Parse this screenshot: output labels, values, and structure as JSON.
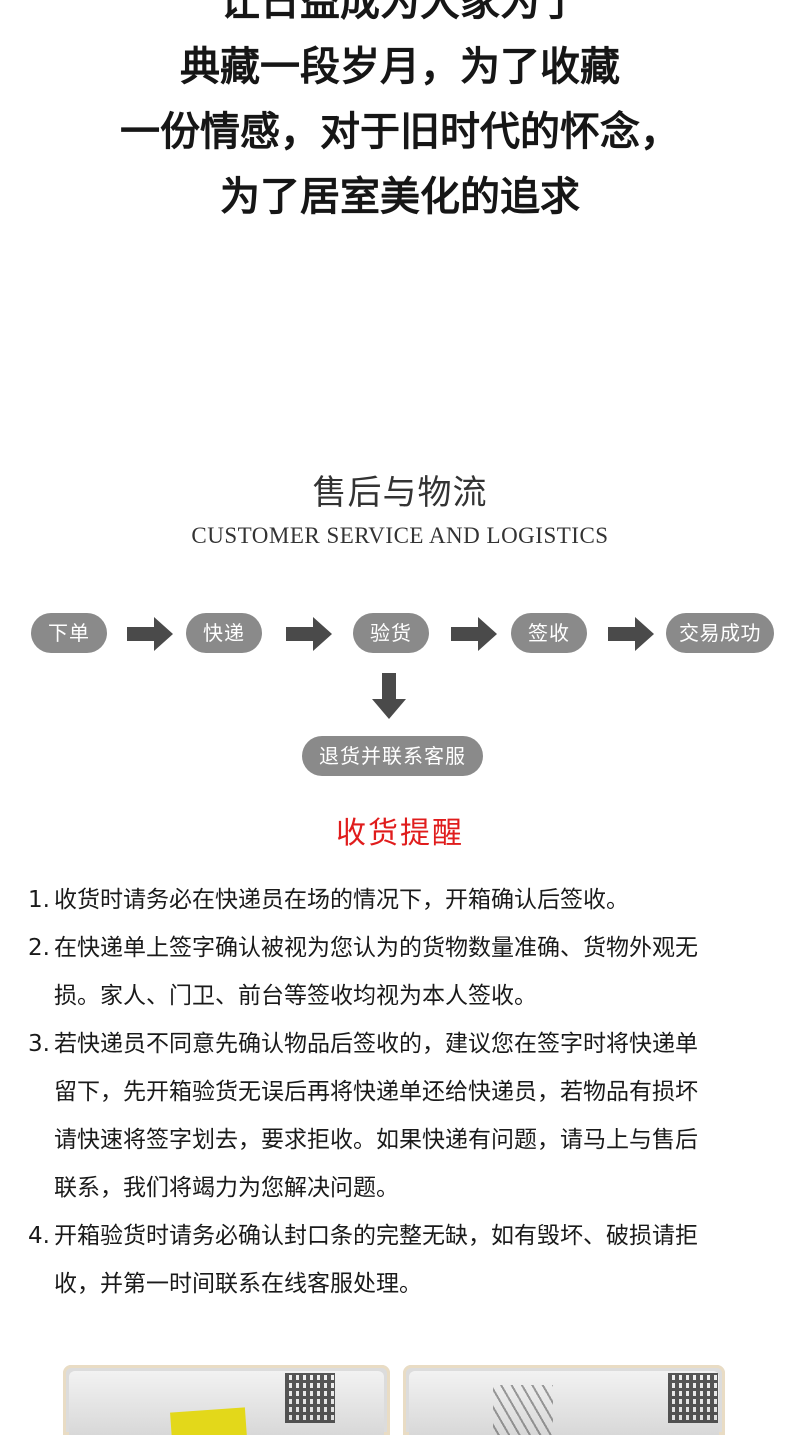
{
  "intro_lines": [
    "让日益成为大家为了",
    "典藏一段岁月，为了收藏",
    "一份情感，对于旧时代的怀念，",
    "为了居室美化的追求"
  ],
  "section": {
    "title": "售后与物流",
    "subtitle": "CUSTOMER SERVICE AND LOGISTICS"
  },
  "flow": {
    "steps": [
      "下单",
      "快递",
      "验货",
      "签收",
      "交易成功"
    ],
    "return_step": "退货并联系客服"
  },
  "reminder": {
    "title": "收货提醒",
    "items": [
      {
        "num": "1.",
        "lines": [
          "收货时请务必在快递员在场的情况下，开箱确认后签收。"
        ]
      },
      {
        "num": "2.",
        "lines": [
          "在快递单上签字确认被视为您认为的货物数量准确、货物外观无",
          "损。家人、门卫、前台等签收均视为本人签收。"
        ]
      },
      {
        "num": "3.",
        "lines": [
          "若快递员不同意先确认物品后签收的，建议您在签字时将快递单",
          "留下，先开箱验货无误后再将快递单还给快递员，若物品有损坏",
          "请快速将签字划去，要求拒收。如果快递有问题，请马上与售后",
          "联系，我们将竭力为您解决问题。"
        ]
      },
      {
        "num": "4.",
        "lines": [
          "开箱验货时请务必确认封口条的完整无缺，如有毁坏、破损请拒",
          "收，并第一时间联系在线客服处理。"
        ]
      }
    ]
  },
  "colors": {
    "pill": "#8a8a8a",
    "arrow": "#4a4a4a",
    "reminder_title": "#e01c1c"
  }
}
